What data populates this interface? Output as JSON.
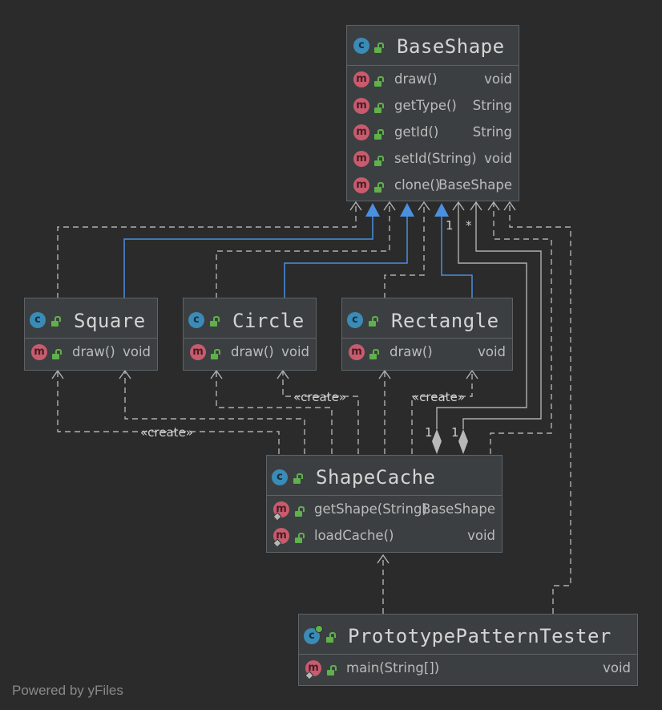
{
  "classes": {
    "baseshape": {
      "name": "BaseShape",
      "members": [
        {
          "name": "draw()",
          "type": "void"
        },
        {
          "name": "getType()",
          "type": "String"
        },
        {
          "name": "getId()",
          "type": "String"
        },
        {
          "name": "setId(String)",
          "type": "void"
        },
        {
          "name": "clone()",
          "type": "BaseShape"
        }
      ]
    },
    "square": {
      "name": "Square",
      "members": [
        {
          "name": "draw()",
          "type": "void"
        }
      ]
    },
    "circle": {
      "name": "Circle",
      "members": [
        {
          "name": "draw()",
          "type": "void"
        }
      ]
    },
    "rectangle": {
      "name": "Rectangle",
      "members": [
        {
          "name": "draw()",
          "type": "void"
        }
      ]
    },
    "shapecache": {
      "name": "ShapeCache",
      "members": [
        {
          "name": "getShape(String)",
          "type": "BaseShape"
        },
        {
          "name": "loadCache()",
          "type": "void"
        }
      ]
    },
    "tester": {
      "name": "PrototypePatternTester",
      "members": [
        {
          "name": "main(String[])",
          "type": "void"
        }
      ]
    }
  },
  "icons": {
    "class": "c",
    "method": "m"
  },
  "edge_labels": {
    "create": "«create»",
    "mult_one": "1",
    "mult_many": "*"
  },
  "colors": {
    "background": "#2b2b2b",
    "node_fill": "#3c3f41",
    "inheritance": "#4b8fe0",
    "dependency": "#b0b0b0"
  },
  "footer": "Powered by yFiles"
}
